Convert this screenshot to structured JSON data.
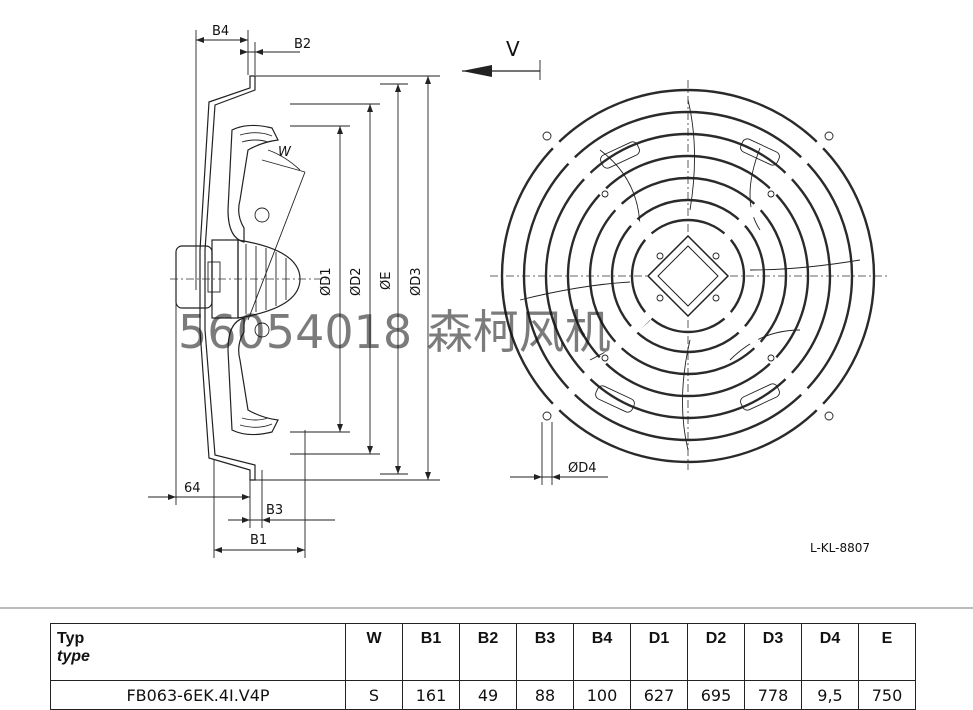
{
  "drawing": {
    "view_label": "V",
    "dimension_labels": {
      "b4": "B4",
      "b2": "B2",
      "w": "W",
      "d1": "ØD1",
      "d2": "ØD2",
      "e": "ØE",
      "d3": "ØD3",
      "offset": "64",
      "b3": "B3",
      "b1": "B1",
      "d4": "ØD4"
    },
    "drawing_number": "L-KL-8807",
    "watermark": "56054018 森柯风机"
  },
  "table": {
    "header_typ": "Typ",
    "header_type_sub": "type",
    "columns": [
      "W",
      "B1",
      "B2",
      "B3",
      "B4",
      "D1",
      "D2",
      "D3",
      "D4",
      "E"
    ],
    "rows": [
      {
        "type": "FB063-6EK.4I.V4P",
        "values": [
          "S",
          "161",
          "49",
          "88",
          "100",
          "627",
          "695",
          "778",
          "9,5",
          "750"
        ]
      }
    ]
  }
}
